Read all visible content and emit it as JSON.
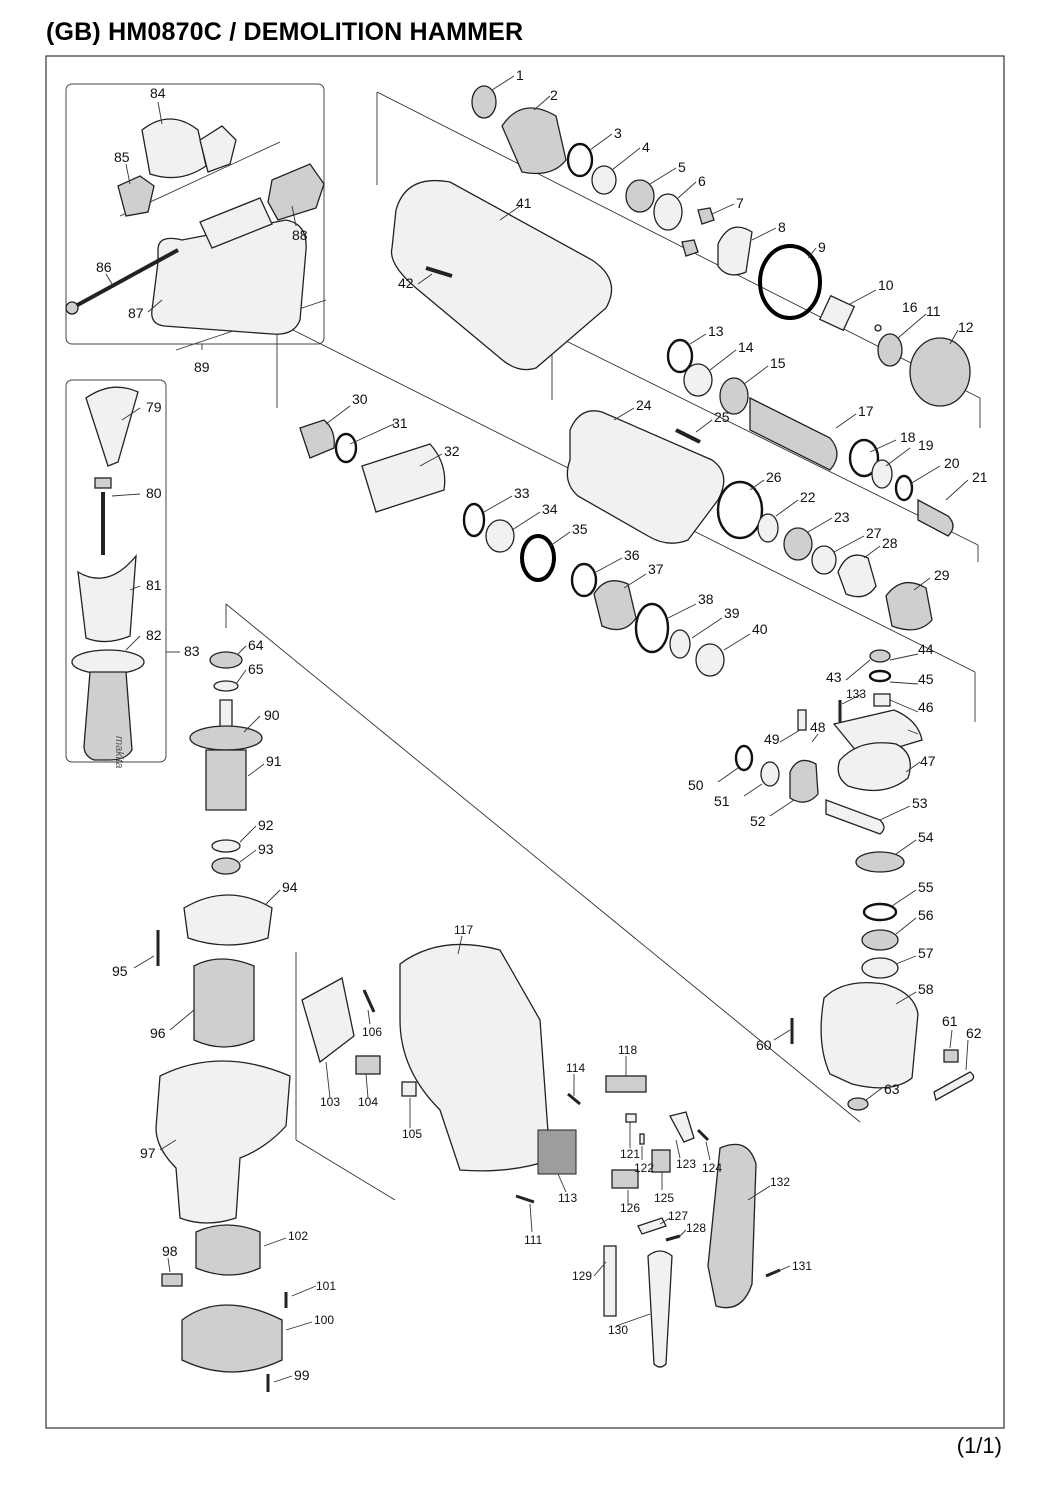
{
  "page": {
    "title": "(GB) HM0870C / DEMOLITION HAMMER",
    "page_number": "(1/1)"
  },
  "callouts": {
    "p1": "1",
    "p2": "2",
    "p3": "3",
    "p4": "4",
    "p5": "5",
    "p6": "6",
    "p7": "7",
    "p8": "8",
    "p9": "9",
    "p10": "10",
    "p11": "11",
    "p12": "12",
    "p13": "13",
    "p14": "14",
    "p15": "15",
    "p16": "16",
    "p17": "17",
    "p18": "18",
    "p19": "19",
    "p20": "20",
    "p21": "21",
    "p22": "22",
    "p23": "23",
    "p24": "24",
    "p25": "25",
    "p26": "26",
    "p27": "27",
    "p28": "28",
    "p29": "29",
    "p30": "30",
    "p31": "31",
    "p32": "32",
    "p33": "33",
    "p34": "34",
    "p35": "35",
    "p36": "36",
    "p37": "37",
    "p38": "38",
    "p39": "39",
    "p40": "40",
    "p41": "41",
    "p42": "42",
    "p43": "43",
    "p44": "44",
    "p45": "45",
    "p46": "46",
    "p47": "47",
    "p48": "48",
    "p49": "49",
    "p50": "50",
    "p51": "51",
    "p52": "52",
    "p53": "53",
    "p54": "54",
    "p55": "55",
    "p56": "56",
    "p57": "57",
    "p58": "58",
    "p60": "60",
    "p61": "61",
    "p62": "62",
    "p63": "63",
    "p64": "64",
    "p65": "65",
    "p79": "79",
    "p80": "80",
    "p81": "81",
    "p82": "82",
    "p83": "83",
    "p84": "84",
    "p85": "85",
    "p86": "86",
    "p87": "87",
    "p88": "88",
    "p89": "89",
    "p90": "90",
    "p91": "91",
    "p92": "92",
    "p93": "93",
    "p94": "94",
    "p95": "95",
    "p96": "96",
    "p97": "97",
    "p98": "98",
    "p99": "99",
    "p100": "100",
    "p101": "101",
    "p102": "102",
    "p103": "103",
    "p104": "104",
    "p105": "105",
    "p106": "106",
    "p111": "111",
    "p113": "113",
    "p114": "114",
    "p117": "117",
    "p118": "118",
    "p121": "121",
    "p122": "122",
    "p123": "123",
    "p124": "124",
    "p125": "125",
    "p126": "126",
    "p127": "127",
    "p128": "128",
    "p129": "129",
    "p130": "130",
    "p131": "131",
    "p132": "132",
    "p133": "133"
  },
  "handle_logo_text": "makita"
}
